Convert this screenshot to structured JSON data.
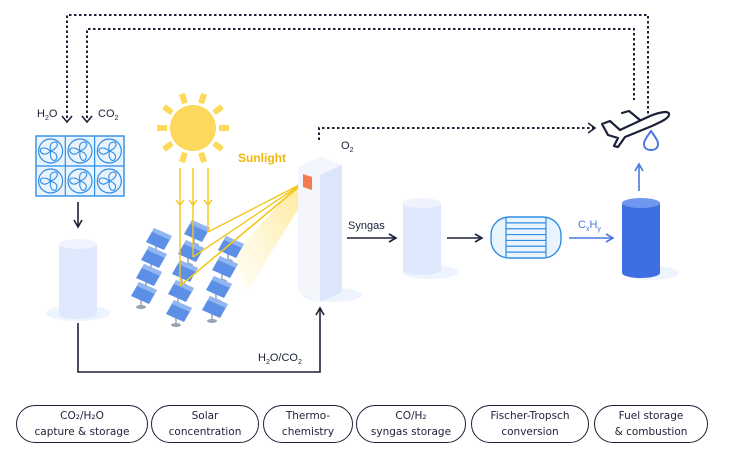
{
  "labels": {
    "h2o": "H",
    "h2o_sub": "2",
    "h2o_tail": "O",
    "co2": "CO",
    "co2_sub": "2",
    "sunlight": "Sunlight",
    "o2": "O",
    "o2_sub": "2",
    "syngas": "Syngas",
    "cxhy_c": "C",
    "cxhy_x": "x",
    "cxhy_h": "H",
    "cxhy_y": "y",
    "feed_h": "H",
    "feed_h_sub": "2",
    "feed_mid": "O/CO",
    "feed_co_sub": "2"
  },
  "stages": [
    {
      "line1": "CO₂/H₂O",
      "line2": "capture & storage"
    },
    {
      "line1": "Solar",
      "line2": "concentration"
    },
    {
      "line1": "Thermo-",
      "line2": "chemistry"
    },
    {
      "line1": "CO/H₂",
      "line2": "syngas storage"
    },
    {
      "line1": "Fischer-Tropsch",
      "line2": "conversion"
    },
    {
      "line1": "Fuel storage",
      "line2": "& combustion"
    }
  ],
  "colors": {
    "ink": "#1b2238",
    "sun": "#fcd95a",
    "ray": "#f5c518",
    "light_blue": "#dfe8fd",
    "fuel_blue": "#3f6ee0",
    "fan_blue": "#2f8de4",
    "receiver": "#f47a4f"
  }
}
